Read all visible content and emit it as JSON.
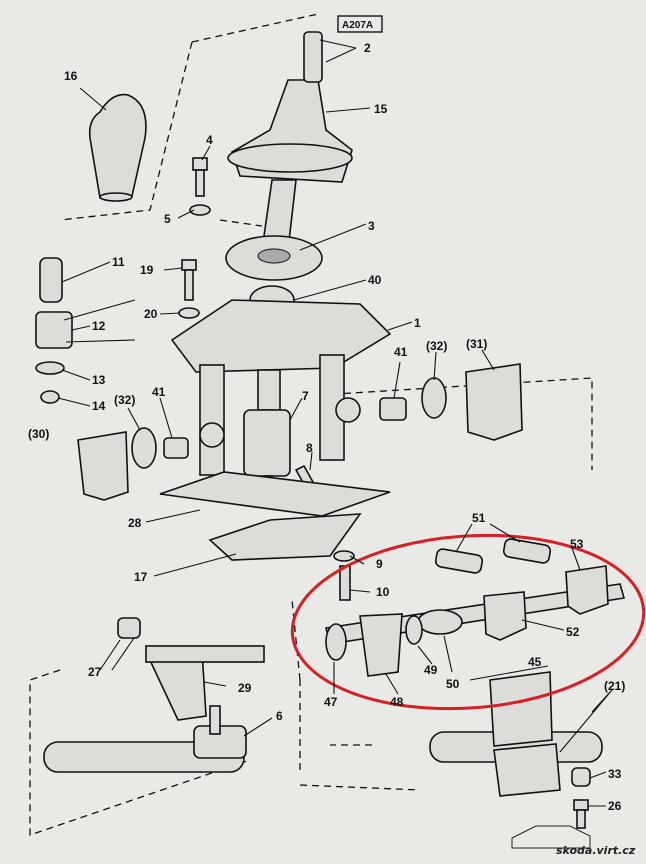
{
  "diagram": {
    "code_label": "A207A",
    "watermark": "skoda.virt.cz",
    "highlight_color": "#d81f26",
    "callouts": {
      "c1": "1",
      "c2": "2",
      "c3": "3",
      "c4": "4",
      "c5": "5",
      "c6": "6",
      "c7": "7",
      "c8": "8",
      "c9": "9",
      "c10": "10",
      "c11": "11",
      "c12": "12",
      "c13": "13",
      "c14": "14",
      "c15": "15",
      "c16": "16",
      "c17": "17",
      "c19": "19",
      "c20": "20",
      "c21": "(21)",
      "c26": "26",
      "c27": "27",
      "c28": "28",
      "c29": "29",
      "c30": "(30)",
      "c31": "(31)",
      "c32a": "(32)",
      "c32b": "(32)",
      "c33": "33",
      "c40": "40",
      "c41a": "41",
      "c41b": "41",
      "c45": "45",
      "c47": "47",
      "c48": "48",
      "c49": "49",
      "c50": "50",
      "c51": "51",
      "c52": "52",
      "c53": "53"
    }
  }
}
